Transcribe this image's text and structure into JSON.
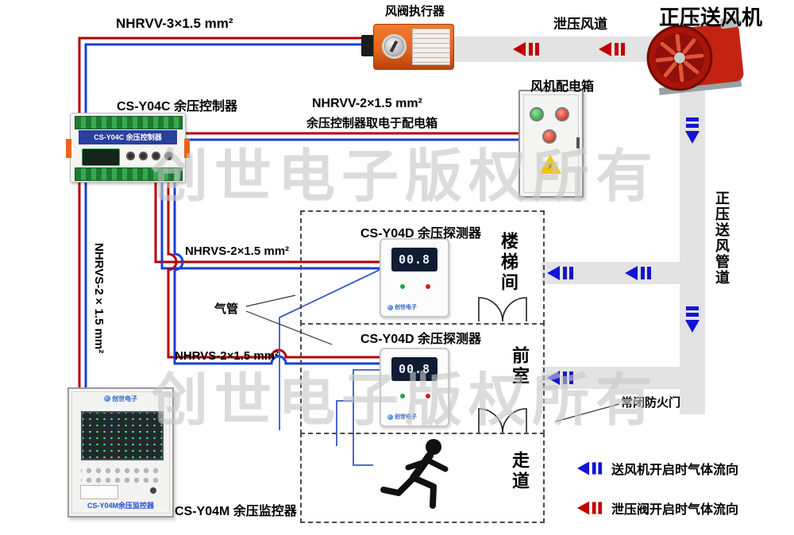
{
  "watermark": {
    "text": "创世电子版权所有"
  },
  "labels": {
    "nhrvv3": "NHRVV-3×1.5 mm²",
    "actuator": "风阀执行器",
    "relief_duct": "泄压风道",
    "supply_fan": "正压送风机",
    "fan_power_box": "风机配电箱",
    "controller": "CS-Y04C 余压控制器",
    "nhrvv2": "NHRVV-2×1.5 mm²",
    "nhrvv2_note": "余压控制器取电于配电箱",
    "detector1_title": "CS-Y04D 余压探测器",
    "detector2_title": "CS-Y04D 余压探测器",
    "room_stairwell": "楼梯间",
    "room_front": "前室",
    "room_corridor": "走道",
    "nhrvs_vertical": "NHRVS-2×1.5 mm²",
    "nhrvs_1": "NHRVS-2×1.5 mm²",
    "nhrvs_2": "NHRVS-2×1.5 mm²",
    "air_tube": "气管",
    "fire_door": "常闭防火门",
    "supply_duct_vertical": "正压送风管道",
    "monitor": "CS-Y04M 余压监控器"
  },
  "devices": {
    "controller_band": "CS-Y04C 余压控制器",
    "monitor_front": "CS-Y04M余压监控器",
    "brand": "创世电子",
    "detector1_reading": "00.8",
    "detector2_reading": "00.8",
    "warning_icon": "⚡"
  },
  "legend": {
    "supply_flow": "送风机开启时气体流向",
    "relief_flow": "泄压阀开启时气体流向"
  },
  "colors": {
    "wire_red": "#b40000",
    "wire_blue": "#1a3fd4",
    "arrow_red": "#c00000",
    "arrow_blue": "#1414d2",
    "duct": "#e3e3e3",
    "tube": "#3a57c9",
    "actuator_orange": "#e8641e",
    "fan_red": "#c42314",
    "watermark_gray": "#c8c8c8"
  }
}
